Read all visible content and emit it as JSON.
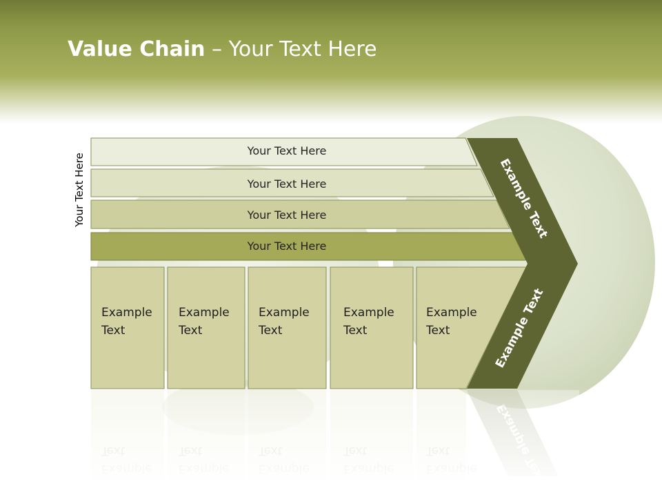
{
  "slide": {
    "title_bold": "Value Chain",
    "title_rest": " – Your Text Here",
    "side_label": "Your Text Here",
    "rows": [
      {
        "label": "Your Text Here"
      },
      {
        "label": "Your Text Here"
      },
      {
        "label": "Your Text Here"
      },
      {
        "label": "Your Text Here"
      }
    ],
    "columns": [
      {
        "line1": "Example",
        "line2": "Text"
      },
      {
        "line1": "Example",
        "line2": "Text"
      },
      {
        "line1": "Example",
        "line2": "Text"
      },
      {
        "line1": "Example",
        "line2": "Text"
      },
      {
        "line1": "Example",
        "line2": "Text"
      }
    ],
    "chevron_upper_label": "Example Text",
    "chevron_lower_label": "Example Text"
  },
  "colors": {
    "header_dark": "#707a37",
    "header_light": "#a8b05e",
    "row1": "#eceedd",
    "row2": "#dfe2c3",
    "row3": "#cdd09e",
    "row4": "#a5aa59",
    "columns": "#d2d2a3",
    "chevron": "#5f6532"
  }
}
